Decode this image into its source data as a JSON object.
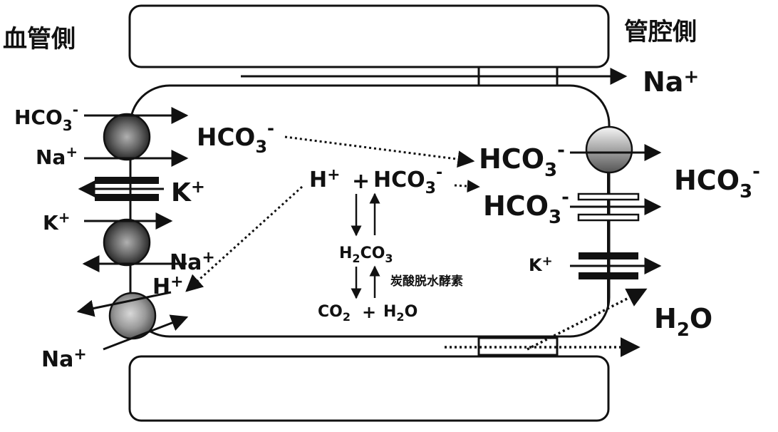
{
  "labels": {
    "blood_side": "血管側",
    "lumen_side": "管腔側",
    "na_top_right": "Na",
    "hco3_basolateral_top": "HCO",
    "na_basolateral_top": "Na",
    "k_channel_basolateral": "K",
    "k_exchanger_in": "K",
    "na_exchanger_out": "Na",
    "h_nhe": "H",
    "na_nhe": "Na",
    "hco3_intracellular": "HCO",
    "h_reaction": "H",
    "plus_reaction": "+",
    "hco3_reaction": "HCO",
    "h2co3_h": "H",
    "h2co3_co": "CO",
    "enzyme": "炭酸脱水酵素",
    "co2_co": "CO",
    "plus_water": "+",
    "h2o_h": "H",
    "h2o_o": "O",
    "hco3_apical_1": "HCO",
    "hco3_apical_2": "HCO",
    "k_apical": "K",
    "hco3_lumen": "HCO",
    "h2o_lumen_h": "H",
    "h2o_lumen_o": "O",
    "sub_3": "3",
    "sub_2": "2",
    "sup_minus": "-",
    "sup_plus": "+"
  },
  "colors": {
    "stroke": "#111111",
    "cotransporter_dark": "#3a3a3a",
    "exchanger_gray": "#8a8a8a",
    "apical_transporter_light": "#c8c8c8"
  },
  "icons": {
    "cotransporter": "gradient-sphere",
    "channel": "double-bar",
    "tight_junction": "rectangle"
  }
}
